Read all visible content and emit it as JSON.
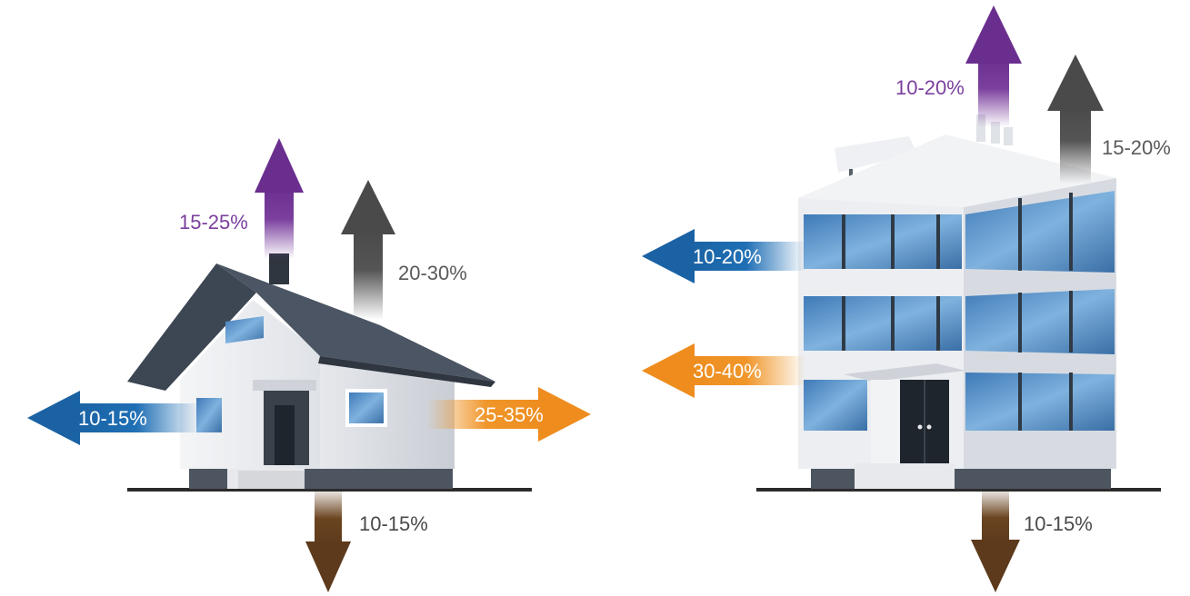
{
  "house": {
    "roof_label": "15-25%",
    "walls_label": "20-30%",
    "windows_label": "10-15%",
    "air_label": "25-35%",
    "floor_label": "10-15%"
  },
  "office": {
    "roof_label": "10-20%",
    "hvac_label": "15-20%",
    "windows_label": "10-20%",
    "air_label": "30-40%",
    "floor_label": "10-15%"
  },
  "colors": {
    "purple": "#7b3f9e",
    "gray": "#555555",
    "blue": "#1f6fb5",
    "orange": "#f0962a",
    "brown": "#6b4420"
  }
}
